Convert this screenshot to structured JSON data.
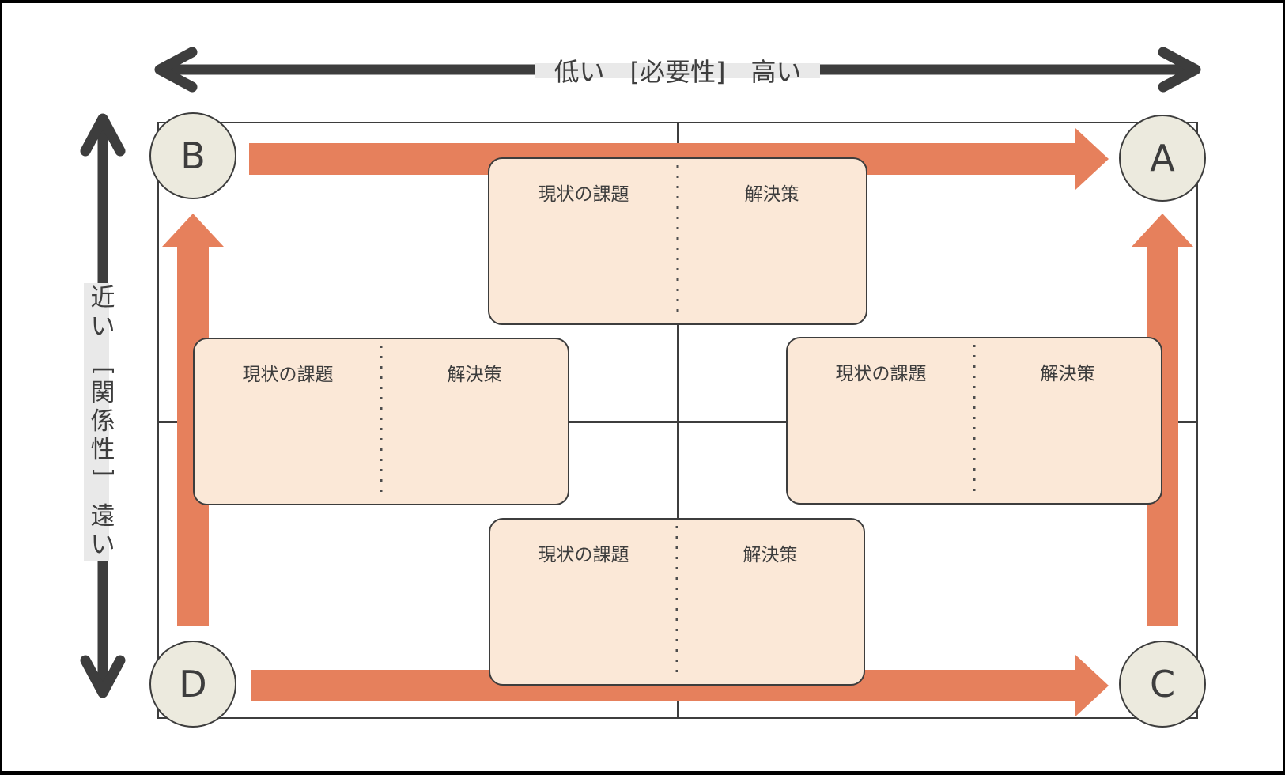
{
  "axes": {
    "horizontal": {
      "label": "低い　[必要性]　高い",
      "low_text": "低い",
      "bracket_text": "[必要性]",
      "high_text": "高い"
    },
    "vertical": {
      "label": "近い [関係性] 遠い",
      "near_text": "近い",
      "bracket_text": "[関係性]",
      "far_text": "遠い"
    }
  },
  "corner_badges": {
    "top_left": "B",
    "top_right": "A",
    "bottom_left": "D",
    "bottom_right": "C"
  },
  "cards": [
    {
      "position": "top",
      "problem_label": "現状の課題",
      "solution_label": "解決策"
    },
    {
      "position": "left",
      "problem_label": "現状の課題",
      "solution_label": "解決策"
    },
    {
      "position": "right",
      "problem_label": "現状の課題",
      "solution_label": "解決策"
    },
    {
      "position": "bottom",
      "problem_label": "現状の課題",
      "solution_label": "解決策"
    }
  ],
  "colors": {
    "arrow_orange": "#E6805C",
    "card_fill": "#FBE8D7",
    "circle_fill": "#ECEADE",
    "line_dark": "#3D3D3D",
    "axis_band_gray": "#E9E9E9",
    "divider_dot": "#4D4D4D"
  }
}
